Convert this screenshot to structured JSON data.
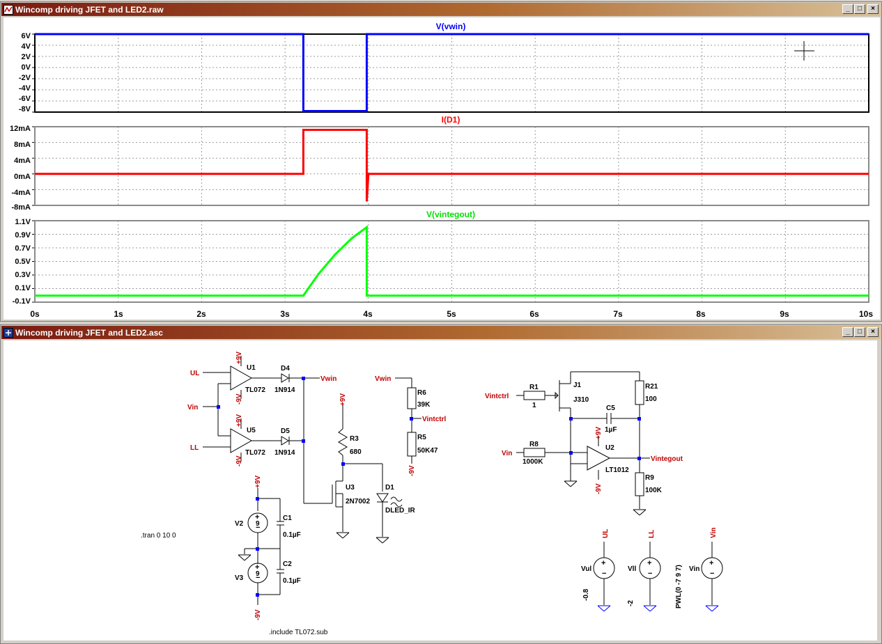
{
  "waveform_window": {
    "title": "Wincomp driving JFET and LED2.raw",
    "controls": {
      "minimize": "_",
      "restore": "□",
      "close": "×"
    },
    "panes": [
      {
        "trace": "V(vwin)",
        "color": "#0000ff",
        "ticks": [
          "6V",
          "4V",
          "2V",
          "0V",
          "-2V",
          "-4V",
          "-6V",
          "-8V"
        ]
      },
      {
        "trace": "I(D1)",
        "color": "#ff0000",
        "ticks": [
          "12mA",
          "8mA",
          "4mA",
          "0mA",
          "-4mA",
          "-8mA"
        ]
      },
      {
        "trace": "V(vintegout)",
        "color": "#00ff00",
        "ticks": [
          "1.1V",
          "0.9V",
          "0.7V",
          "0.5V",
          "0.3V",
          "0.1V",
          "-0.1V"
        ]
      }
    ],
    "xticks": [
      "0s",
      "1s",
      "2s",
      "3s",
      "4s",
      "5s",
      "6s",
      "7s",
      "8s",
      "9s",
      "10s"
    ]
  },
  "chart_data": [
    {
      "type": "line",
      "title": "V(vwin)",
      "x": [
        0,
        3.22,
        3.22,
        3.98,
        3.98,
        10
      ],
      "series": [
        {
          "name": "V(vwin)",
          "values": [
            7,
            7,
            -7.8,
            -7.8,
            7,
            7
          ]
        }
      ],
      "ylim": [
        -8,
        7
      ],
      "xlim": [
        0,
        10
      ]
    },
    {
      "type": "line",
      "title": "I(D1)",
      "x": [
        0,
        3.22,
        3.22,
        3.98,
        3.98,
        4.0,
        4.0,
        10
      ],
      "series": [
        {
          "name": "I(D1)",
          "values": [
            0,
            0,
            11.2,
            11.2,
            -7,
            0,
            0,
            0
          ]
        }
      ],
      "ylim": [
        -8,
        12
      ],
      "xlim": [
        0,
        10
      ]
    },
    {
      "type": "line",
      "title": "V(vintegout)",
      "x": [
        0,
        3.22,
        3.4,
        3.6,
        3.8,
        3.98,
        3.98,
        10
      ],
      "series": [
        {
          "name": "V(vintegout)",
          "values": [
            0,
            0,
            0.33,
            0.63,
            0.88,
            1.05,
            0,
            0
          ]
        }
      ],
      "ylim": [
        -0.1,
        1.15
      ],
      "xlim": [
        0,
        10
      ]
    }
  ],
  "schematic_window": {
    "title": "Wincomp driving JFET and LED2.asc",
    "controls": {
      "minimize": "_",
      "restore": "□",
      "close": "×"
    },
    "labels": {
      "UL": "UL",
      "Vin": "Vin",
      "LL": "LL",
      "U1": "U1",
      "U5": "U5",
      "TL072a": "TL072",
      "TL072b": "TL072",
      "pos9": "+9V",
      "neg9": "-9V",
      "D4": "D4",
      "D5": "D5",
      "diode1": "1N914",
      "diode2": "1N914",
      "Vwin": "Vwin",
      "R3": "R3",
      "R3v": "680",
      "U3": "U3",
      "U3v": "2N7002",
      "D1": "D1",
      "D1v": "DLED_IR",
      "R6": "R6",
      "R6v": "39K",
      "Vintctrl": "Vintctrl",
      "R5": "R5",
      "R5v": "50K47",
      "R1": "R1",
      "R1v": "1",
      "J1": "J1",
      "J1v": "J310",
      "R21": "R21",
      "R21v": "100",
      "C5": "C5",
      "C5v": "1µF",
      "U2": "U2",
      "U2v": "LT1012",
      "R8": "R8",
      "R8v": "1000K",
      "Vintegout": "Vintegout",
      "R9": "R9",
      "R9v": "100K",
      "V2": "V2",
      "V3": "V3",
      "nine": "9",
      "C1": "C1",
      "C1v": "0.1µF",
      "C2": "C2",
      "C2v": "0.1µF",
      "tran": ".tran 0 10 0",
      "include": ".include TL072.sub",
      "Vul": "Vul",
      "Vll": "Vll",
      "Vinsrc": "Vin",
      "Vul_v": "-0.8",
      "Vll_v": "-2",
      "Vin_v": "PWL(0 -7 9 7)"
    }
  }
}
